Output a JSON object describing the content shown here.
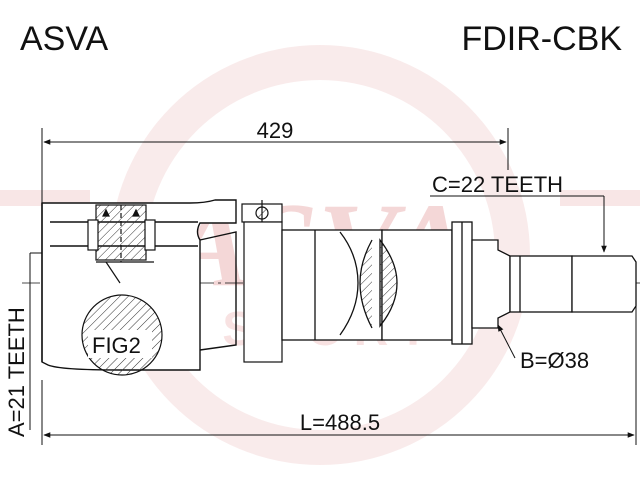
{
  "header": {
    "brand": "ASVA",
    "part_number": "FDIR-CBK"
  },
  "watermark": {
    "logo_text": "ASVA",
    "sub_text": "SPORT",
    "color": "#e8a8a8"
  },
  "dimensions": {
    "overall_length": "L=488.5",
    "partial_length": "429",
    "outer_teeth": "C=22 TEETH",
    "inner_teeth": "A=21 TEETH",
    "diameter": "B=Ø38",
    "figure_label": "FIG2"
  },
  "colors": {
    "line": "#111111",
    "hatch": "#333333",
    "background": "#ffffff"
  }
}
